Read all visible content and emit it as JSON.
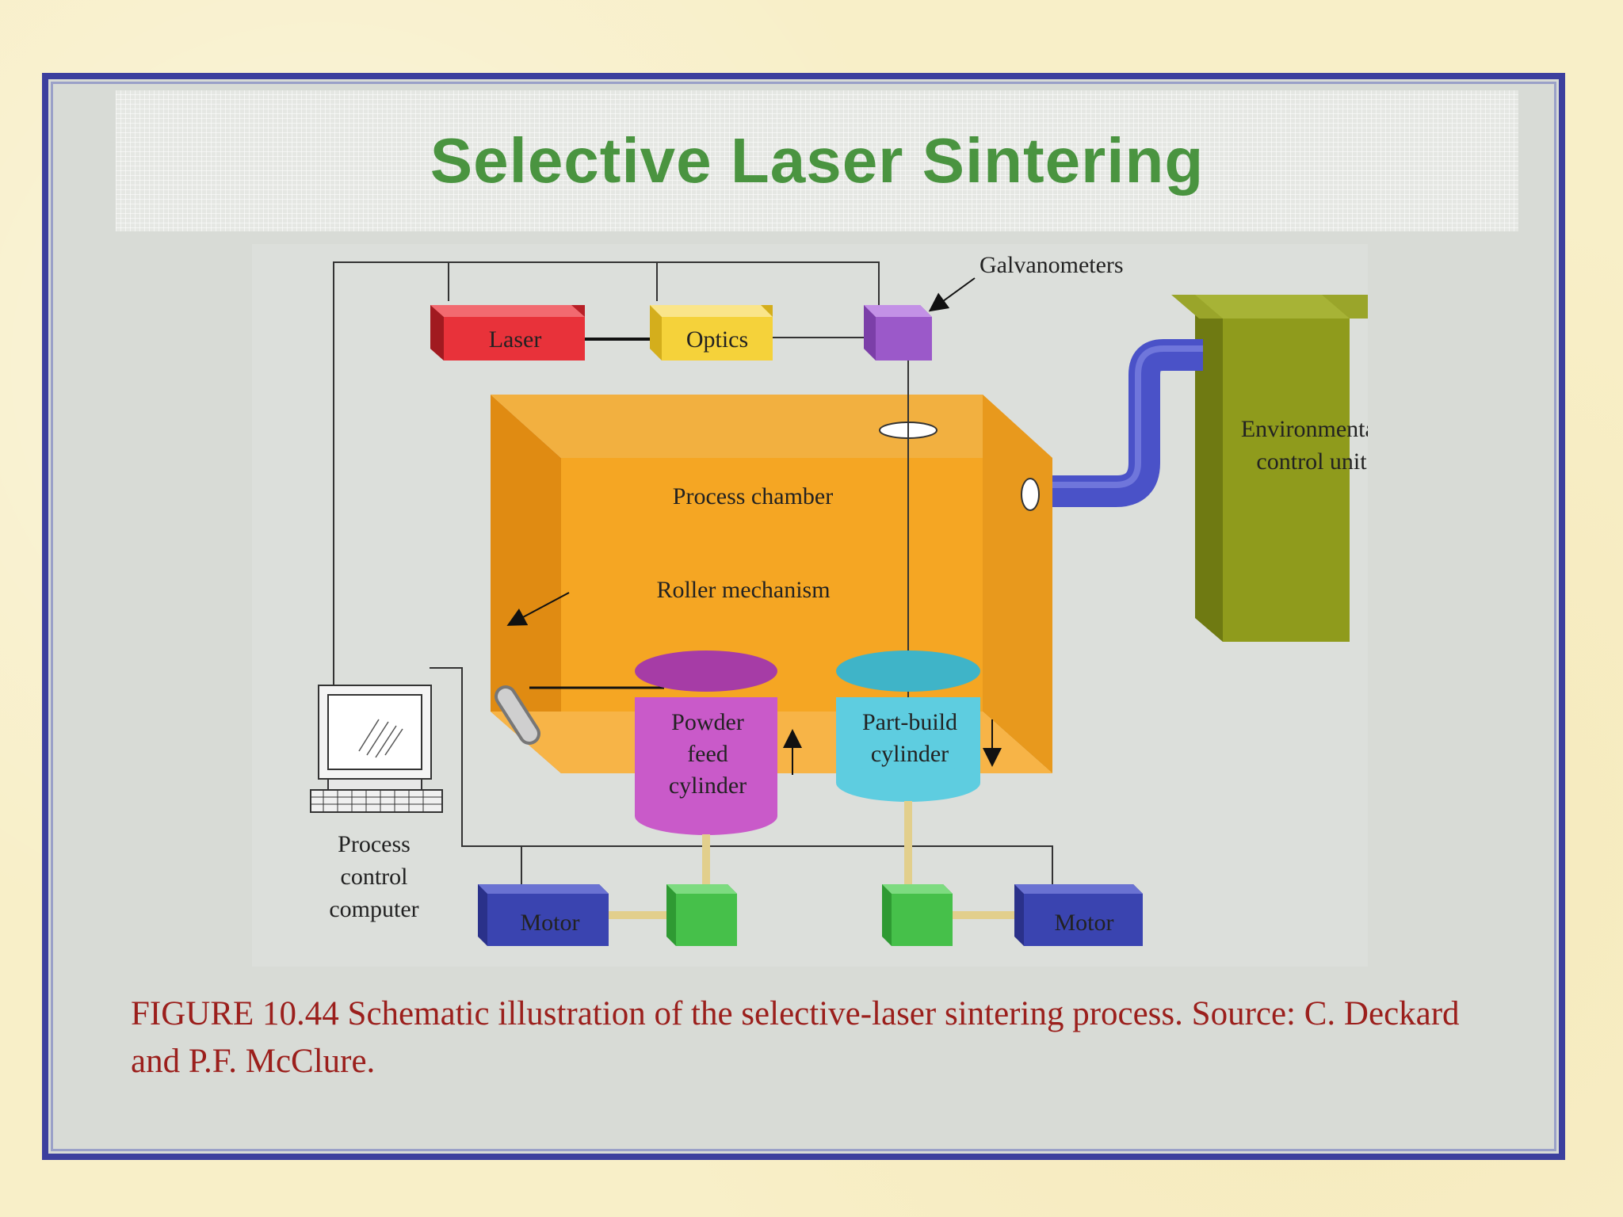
{
  "slide": {
    "title": "Selective Laser Sintering",
    "caption": "FIGURE 10.44 Schematic illustration of the selective-laser sintering process. Source: C. Deckard and P.F. McClure."
  },
  "diagram": {
    "labels": {
      "galvanometers": "Galvanometers",
      "laser": "Laser",
      "optics": "Optics",
      "environmental_line1": "Environmental",
      "environmental_line2": "control unit",
      "process_chamber": "Process chamber",
      "roller_mechanism": "Roller mechanism",
      "powder_line1": "Powder",
      "powder_line2": "feed",
      "powder_line3": "cylinder",
      "partbuild_line1": "Part-build",
      "partbuild_line2": "cylinder",
      "computer_line1": "Process",
      "computer_line2": "control",
      "computer_line3": "computer",
      "motor_left": "Motor",
      "motor_right": "Motor"
    },
    "colors": {
      "laser": "#e8323a",
      "optics": "#f5d23a",
      "galvanometer": "#9b59c9",
      "chamber": "#f5a623",
      "environmental_unit": "#8f9b1c",
      "duct": "#4a52c8",
      "powder_cylinder": "#c95ac9",
      "partbuild_cylinder": "#5ecde0",
      "motor": "#3a44b0",
      "coupler": "#46c04a"
    }
  }
}
